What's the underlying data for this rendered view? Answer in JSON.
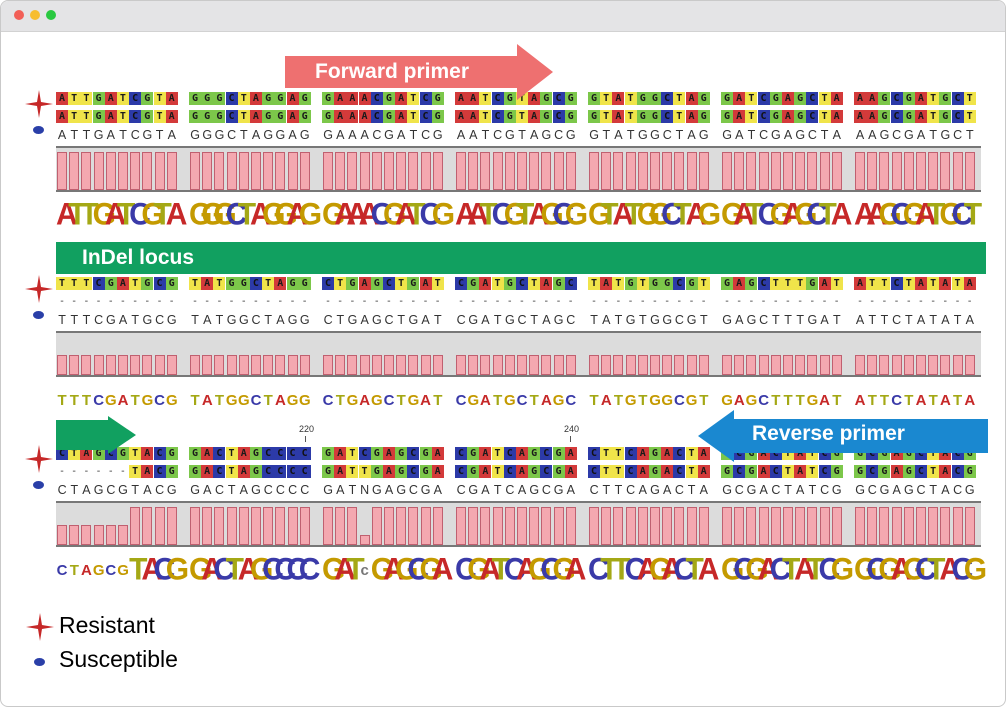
{
  "window": {
    "controls": [
      "close-dot",
      "minimize-dot",
      "zoom-dot"
    ],
    "colors": {
      "close": "#f25f57",
      "minimize": "#f7bd2f",
      "zoom": "#29c840"
    }
  },
  "annotations": {
    "forward_primer": "Forward primer",
    "indel_locus": "InDel locus",
    "reverse_primer": "Reverse primer"
  },
  "ticks": [
    "220",
    "240"
  ],
  "legend": {
    "resistant": "Resistant",
    "susceptible": "Susceptible"
  },
  "base_colors": {
    "A": "#d33a3a",
    "T": "#f0e44a",
    "G": "#7cc74a",
    "C": "#2c3aa8"
  },
  "rows": [
    {
      "resistant": "ATTGATCGTAGGGCTAGGAGGAAACGATCGAATCGTAGCGGTATGGCTAGGATCGAGCTAAAGCGATGCT",
      "susceptible": "ATTGATCGTAGGGCTAGGAGGAAACGATCGAATCGTAGCGGTATGGCTAGGATCGAGCTAAAGCGATGCT",
      "consensus": "ATTGATCGTAGGGCTAGGAGGAAACGATCGAATCGTAGCGGTATGGCTAGGATCGAGCTAAAGCGATGCT"
    },
    {
      "resistant": "TTTCGATGCGTATGGCTAGGCTGAGCTGATCGATGCTAGCTATGTGGCGTGAGCTTTGATATTCTATATA",
      "susceptible": "----------------------------------------------------------------------",
      "consensus": "TTTCGATGCGTATGGCTAGGCTGAGCTGATCGATGCTAGCTATGTGGCGTGAGCTTTGATATTCTATATA"
    },
    {
      "resistant": "CTAGCGTACGGACTAGCCCCGATCGAGCGACGATCAGCGACTTCAGACTAGCGACTATCGGCGAGCTACG",
      "susceptible": "------TACGGACTAGCCCCGATTGAGCGACGATCAGCGACTTCAGACTAGCGACTATCGGCGAGCTACG",
      "consensus": "CTAGCGTACGGACTAGCCCCGATNGAGCGACGATCAGCGACTTCAGACTAGCGACTATCGGCGAGCTACG"
    }
  ]
}
